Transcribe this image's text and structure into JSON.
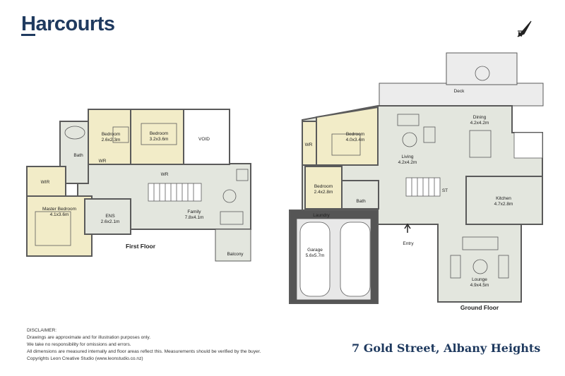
{
  "brand": {
    "name": "Harcourts"
  },
  "address": "7 Gold Street, Albany Heights",
  "disclaimer": {
    "title": "DISCLAIMER:",
    "lines": [
      "Drawings are approximate and for illustration purposes only.",
      "We take no responsibility for omissions and errors.",
      "All dimensions are measured internally and floor areas reflect this.  Measurements should be verified by the buyer.",
      "Copyrights Leon Creative Studio (www.leonstudio.co.nz)"
    ]
  },
  "first_floor": {
    "label": "First Floor",
    "rooms": {
      "bedroom_a": {
        "name": "Bedroom",
        "dims": "2.6x2.3m"
      },
      "bedroom_b": {
        "name": "Bedroom",
        "dims": "3.2x3.6m"
      },
      "void": "VOID",
      "bath": "Bath",
      "wr1": "WR",
      "wr2": "WR",
      "wir": "WIR",
      "master": {
        "name": "Master Bedroom",
        "dims": "4.1x3.6m"
      },
      "ens": {
        "name": "ENS",
        "dims": "2.6x2.1m"
      },
      "family": {
        "name": "Family",
        "dims": "7.8x4.1m"
      },
      "balcony": "Balcony"
    }
  },
  "ground_floor": {
    "label": "Ground Floor",
    "rooms": {
      "deck": "Deck",
      "dining": {
        "name": "Dining",
        "dims": "4.2x4.2m"
      },
      "bedroom_c": {
        "name": "Bedroom",
        "dims": "4.0x3.4m"
      },
      "wr": "WR",
      "living": {
        "name": "Living",
        "dims": "4.2x4.2m"
      },
      "bedroom_d": {
        "name": "Bedroom",
        "dims": "2.4x2.8m"
      },
      "st": "ST",
      "kitchen": {
        "name": "Kitchen",
        "dims": "4.7x2.8m"
      },
      "laundry": "Laundry",
      "bath": "Bath",
      "garage": {
        "name": "Garage",
        "dims": "5.6x5.7m"
      },
      "entry": "Entry",
      "lounge": {
        "name": "Lounge",
        "dims": "4.9x4.5m"
      }
    }
  },
  "colors": {
    "brand": "#1f3a5f",
    "bedroom_fill": "#f2ecc8",
    "room_fill": "#e3e6de",
    "garage_wall": "#555555",
    "wall": "#5a5a5a"
  },
  "icons": [
    "north-arrow-icon"
  ]
}
